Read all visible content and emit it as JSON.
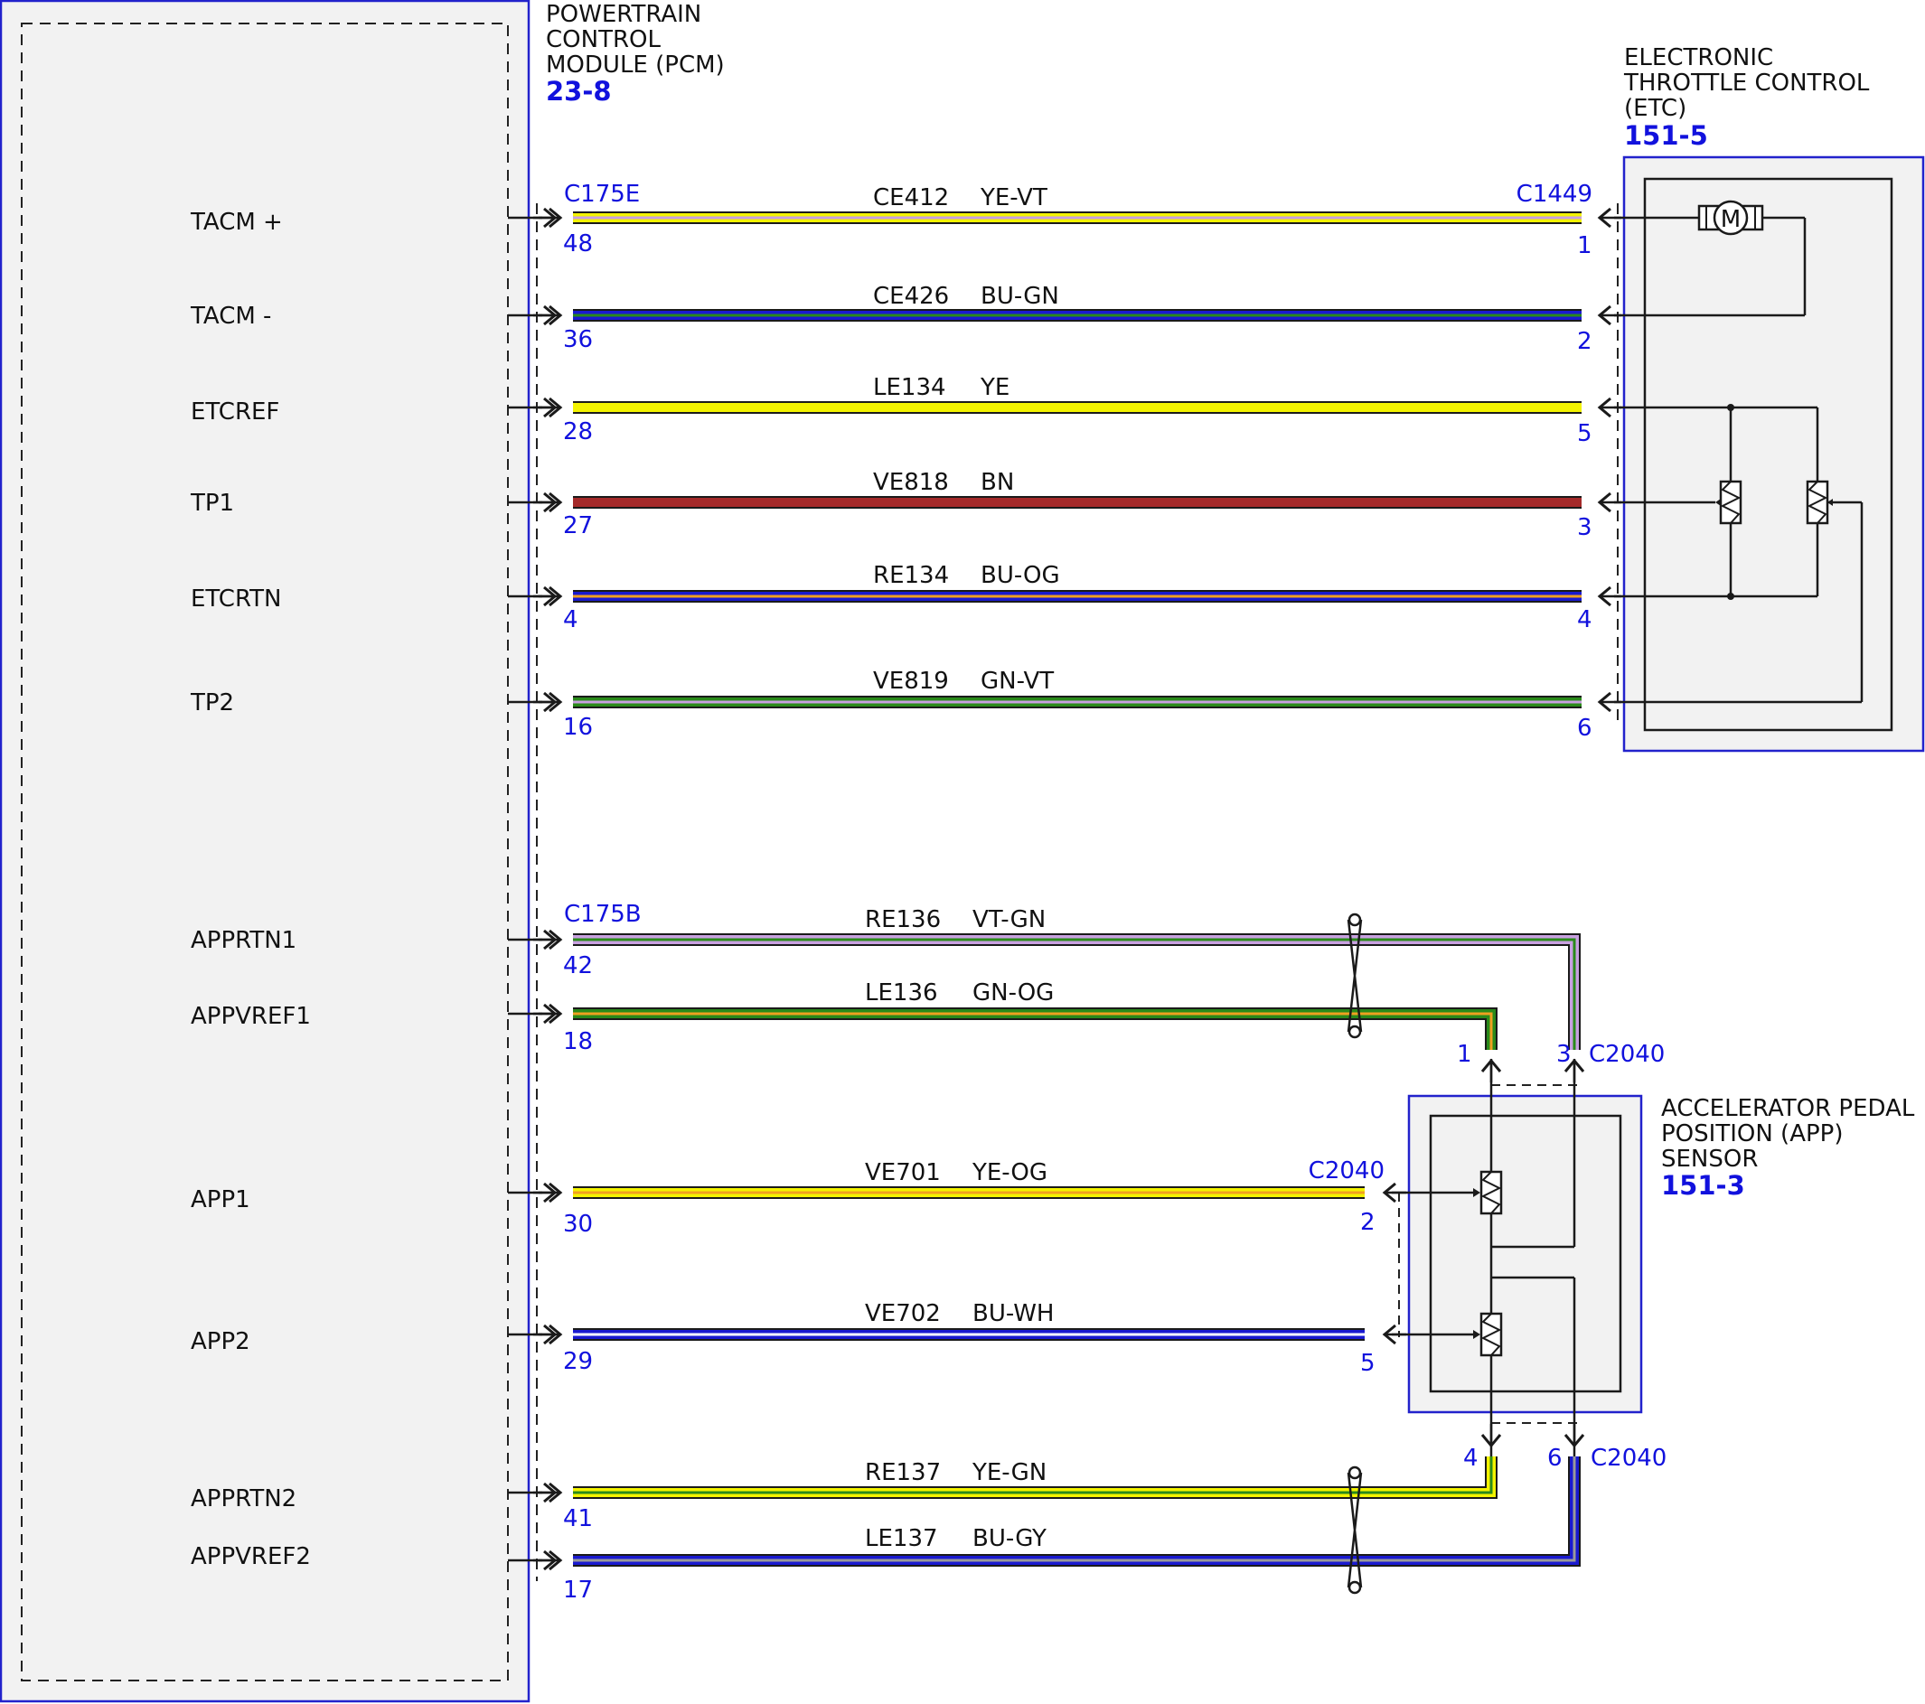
{
  "colors": {
    "YE": "#f3f300",
    "VT": "#c8a0e0",
    "BU": "#1a1ad0",
    "GN": "#2a8a1a",
    "BN": "#a52a2a",
    "OG": "#f0a020",
    "WH": "#ffffff",
    "GY": "#9a9a9a",
    "outline": "#1a1a1a",
    "label_blue": "#1111dd",
    "module_border": "#2222cc",
    "module_fill": "#f2f2f2"
  },
  "modules": {
    "pcm": {
      "title": [
        "POWERTRAIN",
        "CONTROL",
        "MODULE (PCM)"
      ],
      "ref": "23-8"
    },
    "etc": {
      "title": [
        "ELECTRONIC",
        "THROTTLE CONTROL",
        "(ETC)"
      ],
      "ref": "151-5"
    },
    "app": {
      "title": [
        "ACCELERATOR PEDAL",
        "POSITION (APP)",
        "SENSOR"
      ],
      "ref": "151-3"
    }
  },
  "connectors": {
    "pcm_etc": "C175E",
    "etc": "C1449",
    "pcm_app": "C175B",
    "app_top": "C2040",
    "app_mid": "C2040",
    "app_bottom": "C2040"
  },
  "circuits": [
    {
      "signal": "TACM +",
      "pcm_pin": "48",
      "circuit": "CE412",
      "color": "YE-VT",
      "far_pin": "1"
    },
    {
      "signal": "TACM -",
      "pcm_pin": "36",
      "circuit": "CE426",
      "color": "BU-GN",
      "far_pin": "2"
    },
    {
      "signal": "ETCREF",
      "pcm_pin": "28",
      "circuit": "LE134",
      "color": "YE",
      "far_pin": "5"
    },
    {
      "signal": "TP1",
      "pcm_pin": "27",
      "circuit": "VE818",
      "color": "BN",
      "far_pin": "3"
    },
    {
      "signal": "ETCRTN",
      "pcm_pin": "4",
      "circuit": "RE134",
      "color": "BU-OG",
      "far_pin": "4"
    },
    {
      "signal": "TP2",
      "pcm_pin": "16",
      "circuit": "VE819",
      "color": "GN-VT",
      "far_pin": "6"
    },
    {
      "signal": "APPRTN1",
      "pcm_pin": "42",
      "circuit": "RE136",
      "color": "VT-GN",
      "far_pin": "3"
    },
    {
      "signal": "APPVREF1",
      "pcm_pin": "18",
      "circuit": "LE136",
      "color": "GN-OG",
      "far_pin": "1"
    },
    {
      "signal": "APP1",
      "pcm_pin": "30",
      "circuit": "VE701",
      "color": "YE-OG",
      "far_pin": "2"
    },
    {
      "signal": "APP2",
      "pcm_pin": "29",
      "circuit": "VE702",
      "color": "BU-WH",
      "far_pin": "5"
    },
    {
      "signal": "APPRTN2",
      "pcm_pin": "41",
      "circuit": "RE137",
      "color": "YE-GN",
      "far_pin": "4"
    },
    {
      "signal": "APPVREF2",
      "pcm_pin": "17",
      "circuit": "LE137",
      "color": "BU-GY",
      "far_pin": "6"
    }
  ],
  "icons": {
    "motor": "motor-icon",
    "potentiometer": "potentiometer-icon",
    "twist": "twisted-pair-icon"
  }
}
